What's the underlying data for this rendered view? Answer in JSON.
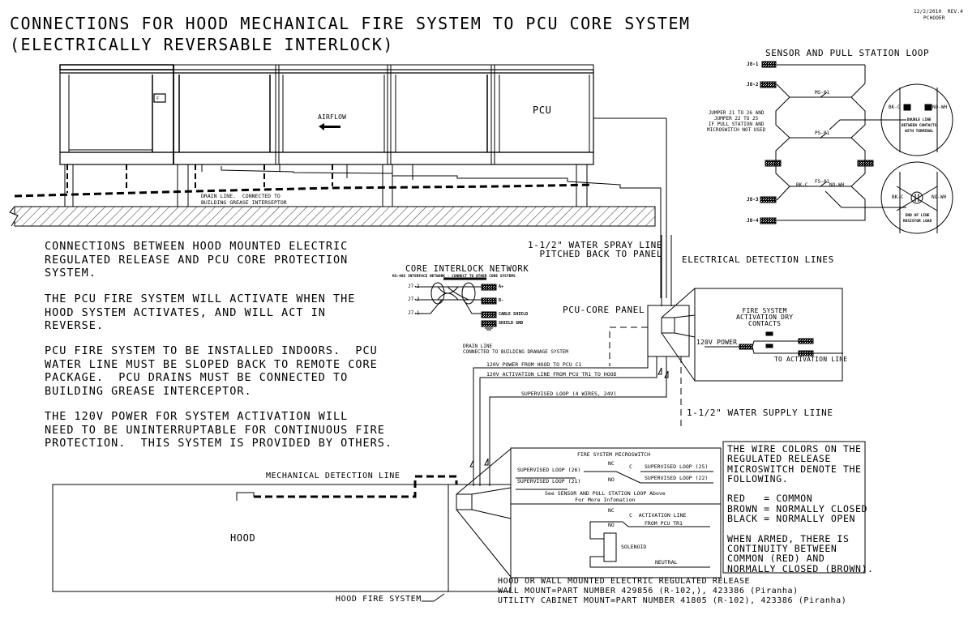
{
  "title": {
    "line1": "CONNECTIONS FOR HOOD MECHANICAL FIRE SYSTEM TO PCU CORE SYSTEM",
    "line2": "(ELECTRICALLY REVERSABLE INTERLOCK)"
  },
  "revision": {
    "date_rev": "12/2/2010  REV.4",
    "author": "PCHOOER"
  },
  "pcu_unit": {
    "label": "PCU",
    "airflow_label": "AIRFLOW",
    "drain_line_label": "DRAIN LINE.  CONNECTED TO\nBUILDING GREASE INTERSEPTOR"
  },
  "notes": [
    "CONNECTIONS BETWEEN HOOD MOUNTED ELECTRIC\nREGULATED RELEASE AND PCU CORE PROTECTION\nSYSTEM.",
    "THE PCU FIRE SYSTEM WILL ACTIVATE WHEN THE\nHOOD SYSTEM ACTIVATES, AND WILL ACT IN\nREVERSE.",
    "PCU FIRE SYSTEM TO BE INSTALLED INDOORS.  PCU\nWATER LINE MUST BE SLOPED BACK TO REMOTE CORE\nPACKAGE.  PCU DRAINS MUST BE CONNECTED TO\nBUILDING GREASE INTERCEPTOR.",
    "THE 120V POWER FOR SYSTEM ACTIVATION WILL\nNEED TO BE UNINTERRUPTABLE FOR CONTINUOUS FIRE\nPROTECTION.  THIS SYSTEM IS PROVIDED BY OTHERS."
  ],
  "sensor_loop": {
    "title": "SENSOR AND PULL STATION LOOP",
    "jumper_note": "JUMPER 21 TO 26 AND\nJUMPER 22 TO 25\nIF PULL STATION AND\nMICROSWITCH NOT USED",
    "switches": [
      "MS-01",
      "PS-01",
      "FS-01"
    ],
    "contact_c": "C",
    "contact_no": "NO",
    "fs_left": "BK-C",
    "fs_right": "NO-WH",
    "terminals_left": [
      "J8-1",
      "J8-2",
      "J8-3",
      "J8-4"
    ],
    "detail1_left": "BK-C",
    "detail1_right": "NO-WH",
    "detail1_text": "DOUBLE LINE\nBETWEEN CONTACTS\nWITH TERMINAL",
    "detail2_left": "BK-C",
    "detail2_right": "NO-WH",
    "detail2_text": "END OF LINE\nRESISTOR LOAD"
  },
  "water_spray": {
    "label": "1-1/2\" WATER SPRAY LINE\nPITCHED BACK TO PANEL"
  },
  "core_interlock": {
    "title": "CORE INTERLOCK NETWORK",
    "subtitle": "RS-485 INTERFACE NETWORK - CONNECT TO OTHER CORE SYSTEMS",
    "pins": [
      "J7-2",
      "J7-3",
      "J7-1"
    ],
    "outputs": [
      "A+",
      "B-",
      "CABLE SHIELD",
      "SHIELD GND"
    ]
  },
  "electrical_detection": {
    "label": "ELECTRICAL DETECTION LINES"
  },
  "pcu_core_panel": {
    "label": "PCU-CORE PANEL",
    "detail_title": "FIRE SYSTEM\nACTIVATION DRY\nCONTACTS",
    "power_label": "120V POWER",
    "activation_label": "TO ACTIVATION LINE"
  },
  "drain_line_2": {
    "label": "DRAIN LINE\nCONNECTED TO BUILDING DRANAGE SYSTEM"
  },
  "wires": {
    "power": "120V POWER FROM HOOD TO PCU C1",
    "activation": "120V ACTIVATION LINE FROM PCU TR1 TO HOOD",
    "supervised": "SUPERVISED LOOP (4 WIRES, 24V)"
  },
  "water_supply": {
    "label": "1-1/2\" WATER SUPPLY LIINE"
  },
  "microswitch": {
    "title": "FIRE SYSTEM MICROSWITCH",
    "loop_26": "SUPERVISED LOOP (26)",
    "loop_21": "SUPERVISED LOOP (21)",
    "loop_25": "SUPERVISED LOOP (25)",
    "loop_22": "SUPERVISED LOOP (22)",
    "nc": "NC",
    "no": "NO",
    "c": "C",
    "see_note": "See SENSOR AND PULL STATION LOOP Above\nFor More Infomation",
    "activation": "C  ACTIVATION LINE",
    "from_pcu": "FROM PCU TR1",
    "solenoid": "SOLENOID",
    "neutral": "NEUTRAL"
  },
  "wire_color_note": {
    "text": "THE WIRE COLORS ON THE\nREGULATED RELEASE\nMICROSWITCH DENOTE THE\nFOLLOWING.\n\nRED   = COMMON\nBROWN = NORMALLY CLOSED\nBLACK = NORMALLY OPEN\n\nWHEN ARMED, THERE IS\nCONTINUITY BETWEEN\nCOMMON (RED) AND\nNORMALLY CLOSED (BROWN)."
  },
  "hood": {
    "label": "HOOD",
    "mech_line": "MECHANICAL DETECTION LINE",
    "fire_system": "HOOD FIRE SYSTEM"
  },
  "release": {
    "line1": "HOOD OR WALL MOUNTED ELECTRIC REGULATED RELEASE",
    "line2": "WALL MOUNT=PART NUMBER 429856 (R-102,), 423386 (Piranha)",
    "line3": "UTILITY CABINET MOUNT=PART NUMBER 41805 (R-102), 423386 (Piranha)"
  }
}
